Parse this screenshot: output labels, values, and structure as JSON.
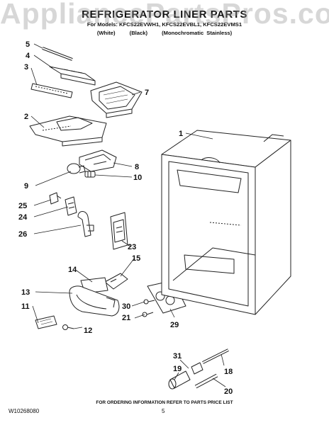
{
  "watermark": "AppliancePartsPros.com",
  "header": {
    "title": "REFRIGERATOR LINER PARTS",
    "models": "For Models: KFCS22EVWH1, KFCS22EVBL1, KFCS22EVMS1",
    "variant_white": "(White)",
    "variant_black": "(Black)",
    "variant_ms": "(Monochromatic Stainless)"
  },
  "callouts": {
    "c1": "1",
    "c2": "2",
    "c3": "3",
    "c4": "4",
    "c5": "5",
    "c7": "7",
    "c8": "8",
    "c9": "9",
    "c10": "10",
    "c11": "11",
    "c12": "12",
    "c13": "13",
    "c14": "14",
    "c15": "15",
    "c18": "18",
    "c19": "19",
    "c20": "20",
    "c21": "21",
    "c23": "23",
    "c24": "24",
    "c25": "25",
    "c26": "26",
    "c29": "29",
    "c30": "30",
    "c31": "31"
  },
  "footer": {
    "note": "FOR ORDERING INFORMATION REFER TO PARTS PRICE LIST",
    "doc_number": "W10268080",
    "page": "5"
  }
}
